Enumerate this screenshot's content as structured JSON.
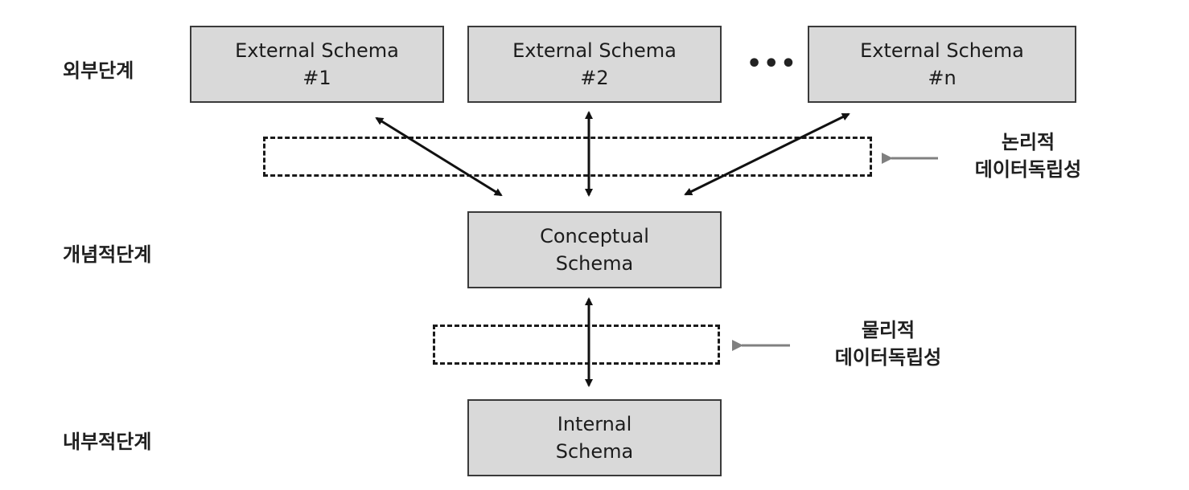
{
  "levels": {
    "external": "외부단계",
    "conceptual": "개념적단계",
    "internal": "내부적단계"
  },
  "external_schemas": [
    {
      "line1": "External  Schema",
      "line2": "#1"
    },
    {
      "line1": "External  Schema",
      "line2": "#2"
    },
    {
      "line1": "External  Schema",
      "line2": "#n"
    }
  ],
  "ellipsis": "•••",
  "conceptual_schema": {
    "line1": "Conceptual",
    "line2": "Schema"
  },
  "internal_schema": {
    "line1": "Internal",
    "line2": "Schema"
  },
  "logical_independence": {
    "line1": "논리적",
    "line2": "데이터독립성"
  },
  "physical_independence": {
    "line1": "물리적",
    "line2": "데이터독립성"
  },
  "colors": {
    "box_fill": "#d9d9d9",
    "box_border": "#3a3a3a",
    "arrow": "#111111",
    "pointer_arrow": "#808080"
  }
}
